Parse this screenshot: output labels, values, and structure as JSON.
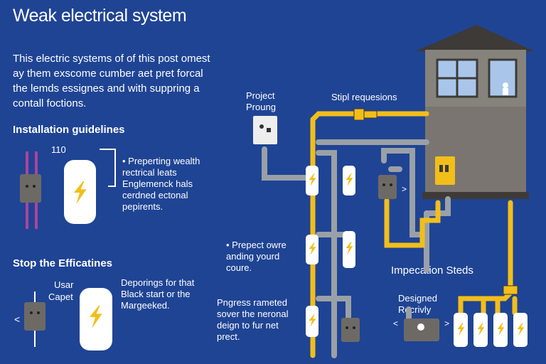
{
  "title": "Weak electrical system",
  "intro": [
    "This electric systems of of this post omest",
    "ay them exscome cumber aet pret forcal",
    "the lemds essignes and with suppring a",
    "contall foctions."
  ],
  "installation": {
    "heading": "Installation guidelines",
    "number": "110",
    "bullet": [
      "• Preperting wealth",
      "rectrical leats",
      "Englemenck hals",
      "cerdned ectonal",
      "pepirents."
    ]
  },
  "stop": {
    "heading": "Stop the Efficatines",
    "labels": [
      "Usar",
      "Capet"
    ],
    "desc": [
      "Deporings for that",
      "Black start or the",
      "Margeeked."
    ]
  },
  "project": {
    "label": [
      "Project",
      "Proung"
    ]
  },
  "pipe_label": "Stipl requesions",
  "middle_note": [
    "• Prepect owre",
    "anding yourd",
    "coure."
  ],
  "progress": [
    "Pngress rameted",
    "sover the neronal",
    "deign to fur net",
    "prect."
  ],
  "impecation": "Impecation Steds",
  "designed": [
    "Designed",
    "Recrivly"
  ],
  "colors": {
    "background": "#1f4494",
    "pipe_yellow": "#f2be1a",
    "pipe_gray": "#9aa0a6",
    "house": "#7a7570"
  },
  "icons": [
    "house-icon",
    "battery-bolt-icon",
    "meter-device-icon",
    "control-box-icon",
    "pipe-icon"
  ]
}
